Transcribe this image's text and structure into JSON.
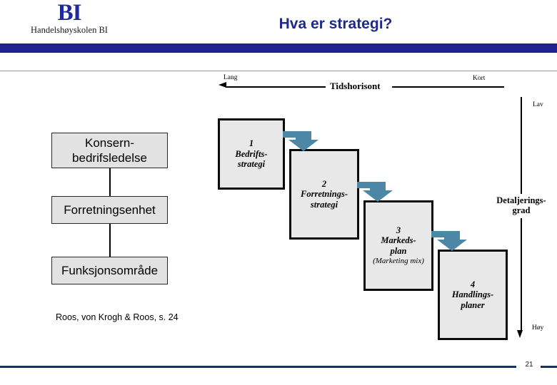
{
  "slide": {
    "title": "Hva er strategi?",
    "page_number": "21",
    "citation": "Roos, von Krogh & Roos, s. 24",
    "colors": {
      "brand_blue": "#1f2191",
      "title_blue": "#1d2a8c",
      "footer_blue": "#123263",
      "arrow_teal": "#4d87a6",
      "box_fill": "#e8e8e8",
      "left_box_fill": "#e2e2e2"
    }
  },
  "logo": {
    "mark": "BI",
    "name": "Handelshøyskolen BI"
  },
  "axes": {
    "horizontal": {
      "label": "Tidshorisont",
      "left_end": "Lang",
      "right_end": "Kort"
    },
    "vertical": {
      "label": "Detaljerings-\ngrad",
      "label_line1": "Detaljerings-",
      "label_line2": "grad",
      "top_end": "Lav",
      "bottom_end": "Høy"
    }
  },
  "hierarchy": {
    "boxes": [
      {
        "line1": "Konsern-",
        "line2": "bedrifsledelse"
      },
      {
        "line1": "Forretningsenhet",
        "line2": ""
      },
      {
        "line1": "Funksjonsområde",
        "line2": ""
      }
    ]
  },
  "cascade": {
    "boxes": [
      {
        "number": "1",
        "line1": "Bedrifts-",
        "line2": "strategi",
        "sub": ""
      },
      {
        "number": "2",
        "line1": "Forretnings-",
        "line2": "strategi",
        "sub": ""
      },
      {
        "number": "3",
        "line1": "Markeds-",
        "line2": "plan",
        "sub": "(Marketing mix)"
      },
      {
        "number": "4",
        "line1": "Handlings-",
        "line2": "planer",
        "sub": ""
      }
    ]
  }
}
